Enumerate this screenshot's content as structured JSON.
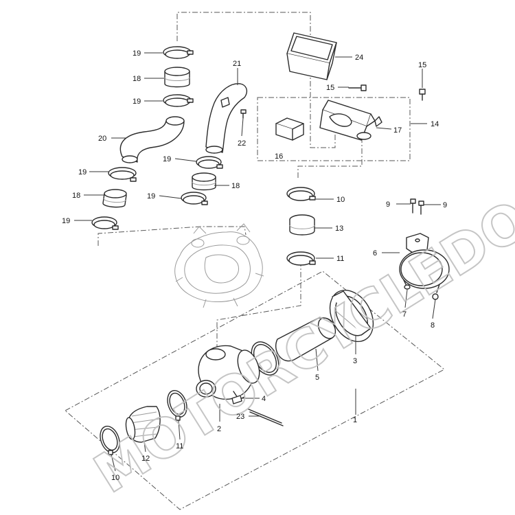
{
  "watermark": "MOTORCYCLEDOCTOR",
  "callouts": [
    {
      "id": "c19a",
      "label": "19"
    },
    {
      "id": "c18a",
      "label": "18"
    },
    {
      "id": "c19b",
      "label": "19"
    },
    {
      "id": "c20",
      "label": "20"
    },
    {
      "id": "c19c",
      "label": "19"
    },
    {
      "id": "c18b",
      "label": "18"
    },
    {
      "id": "c19d",
      "label": "19"
    },
    {
      "id": "c21",
      "label": "21"
    },
    {
      "id": "c22",
      "label": "22"
    },
    {
      "id": "c19e",
      "label": "19"
    },
    {
      "id": "c18c",
      "label": "18"
    },
    {
      "id": "c19f",
      "label": "19"
    },
    {
      "id": "c24",
      "label": "24"
    },
    {
      "id": "c15a",
      "label": "15"
    },
    {
      "id": "c15b",
      "label": "15"
    },
    {
      "id": "c14",
      "label": "14"
    },
    {
      "id": "c17",
      "label": "17"
    },
    {
      "id": "c16",
      "label": "16"
    },
    {
      "id": "c10a",
      "label": "10"
    },
    {
      "id": "c13",
      "label": "13"
    },
    {
      "id": "c11a",
      "label": "11"
    },
    {
      "id": "c9a",
      "label": "9"
    },
    {
      "id": "c9b",
      "label": "9"
    },
    {
      "id": "c6",
      "label": "6"
    },
    {
      "id": "c7",
      "label": "7"
    },
    {
      "id": "c8",
      "label": "8"
    },
    {
      "id": "c3",
      "label": "3"
    },
    {
      "id": "c5",
      "label": "5"
    },
    {
      "id": "c4",
      "label": "4"
    },
    {
      "id": "c23",
      "label": "23"
    },
    {
      "id": "c1",
      "label": "1"
    },
    {
      "id": "c2",
      "label": "2"
    },
    {
      "id": "c11b",
      "label": "11"
    },
    {
      "id": "c12",
      "label": "12"
    },
    {
      "id": "c10b",
      "label": "10"
    }
  ]
}
